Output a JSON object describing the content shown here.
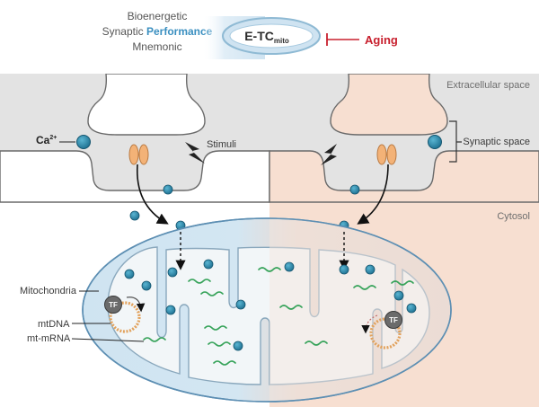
{
  "header": {
    "line1": "Bioenergetic",
    "line2_prefix": "Synaptic ",
    "line2_highlight": "Performance",
    "line3": "Mnemonic",
    "etc_main": "E-TC",
    "etc_sub": "mito",
    "aging": "Aging"
  },
  "labels": {
    "extracellular": "Extracellular space",
    "synaptic_space": "Synaptic space",
    "cytosol": "Cytosol",
    "stimuli": "Stimuli",
    "calcium": "Ca",
    "calcium_charge": "2+",
    "mitochondria": "Mitochondria",
    "mtdna": "mtDNA",
    "mtmrna": "mt-mRNA",
    "tf_left": "TF",
    "tf_right": "TF"
  },
  "colors": {
    "ion": "#2f8fb0",
    "ion_dark": "#1d5f7e",
    "mito_fill": "#cfe4f1",
    "mito_edge": "#5d8fb3",
    "peach": "#f6dccd",
    "gray": "#e4e4e4",
    "green": "#37a35a",
    "orange": "#f3b277",
    "aging_red": "#c8202e",
    "accent_blue": "#3a8fc0"
  }
}
